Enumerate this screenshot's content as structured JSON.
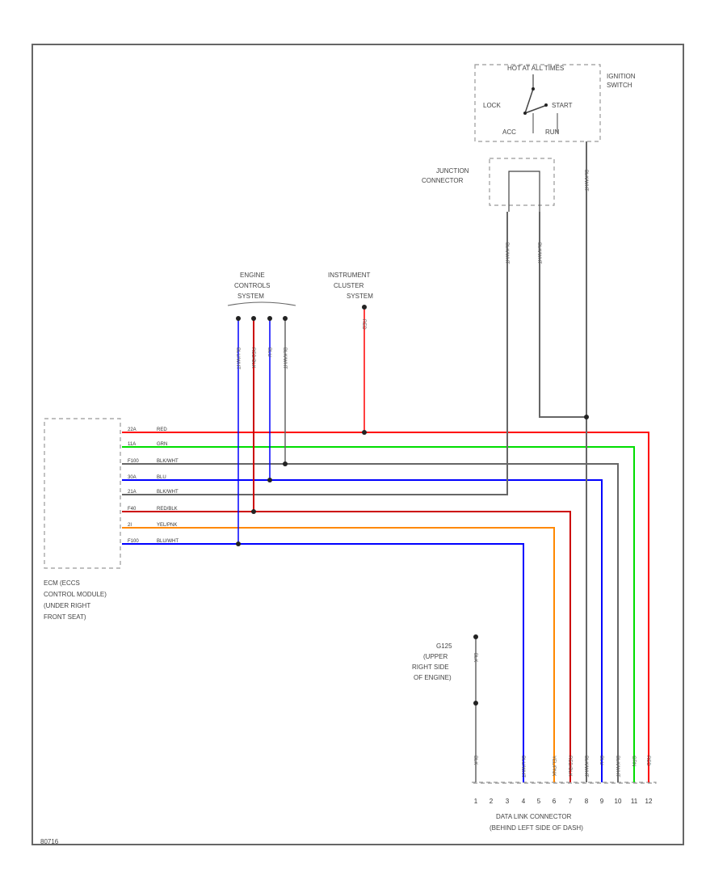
{
  "ignition_switch": {
    "title": [
      "IGNITION",
      "SWITCH"
    ],
    "top_label": "HOT AT ALL TIMES",
    "positions": {
      "lock": "LOCK",
      "start": "START",
      "acc": "ACC",
      "run": "RUN"
    }
  },
  "junction_connector": {
    "title": [
      "JUNCTION",
      "CONNECTOR"
    ]
  },
  "engine_controls": {
    "title": [
      "ENGINE",
      "CONTROLS",
      "SYSTEM"
    ]
  },
  "instrument_cluster": {
    "title": [
      "INSTRUMENT",
      "CLUSTER",
      "SYSTEM"
    ]
  },
  "ecm": {
    "title": [
      "ECM (ECCS",
      "CONTROL MODULE)",
      "(UNDER RIGHT",
      "FRONT SEAT)"
    ]
  },
  "ground": {
    "title": [
      "G125",
      "(UPPER",
      "RIGHT SIDE",
      "OF ENGINE)"
    ]
  },
  "dlc": {
    "title": [
      "DATA LINK CONNECTOR",
      "(BEHIND LEFT SIDE OF DASH)"
    ],
    "pins": [
      "1",
      "2",
      "3",
      "4",
      "5",
      "6",
      "7",
      "8",
      "9",
      "10",
      "11",
      "12"
    ]
  },
  "ecm_wires": [
    {
      "pin": "22A",
      "color": "RED",
      "hex": "#ff0000"
    },
    {
      "pin": "11A",
      "color": "GRN",
      "hex": "#00dd00"
    },
    {
      "pin": "F100",
      "color": "BLK/WHT",
      "hex": "#666666"
    },
    {
      "pin": "30A",
      "color": "BLU",
      "hex": "#0000ff"
    },
    {
      "pin": "21A",
      "color": "BLK/WHT",
      "hex": "#666666"
    },
    {
      "pin": "F40",
      "color": "RED/BLK",
      "hex": "#cc0000"
    },
    {
      "pin": "2I",
      "color": "YEL/PNK",
      "hex": "#ff8800"
    },
    {
      "pin": "F100",
      "color": "BLU/WHT",
      "hex": "#0000ff"
    }
  ],
  "vertical_labels": {
    "engine_wires": [
      "BLU/WHT",
      "RED/BLK",
      "BLU",
      "BLK/WHT"
    ],
    "cluster_wire": "RED",
    "junction_wires": [
      "BLK/WHT",
      "BLK/WHT"
    ],
    "ignition_wire": "BLK/WHT",
    "ground_wire": "BLK",
    "dlc_wires": [
      "BLK",
      "BLU/WHT",
      "YEL/PNK",
      "RED/BLK",
      "BLK/WHT",
      "BLU",
      "BLK/WHT",
      "GRN",
      "RED"
    ]
  },
  "colors": {
    "frame": "#666666",
    "dashed": "#999999",
    "splice": "#222222"
  },
  "footer_code": "80716"
}
